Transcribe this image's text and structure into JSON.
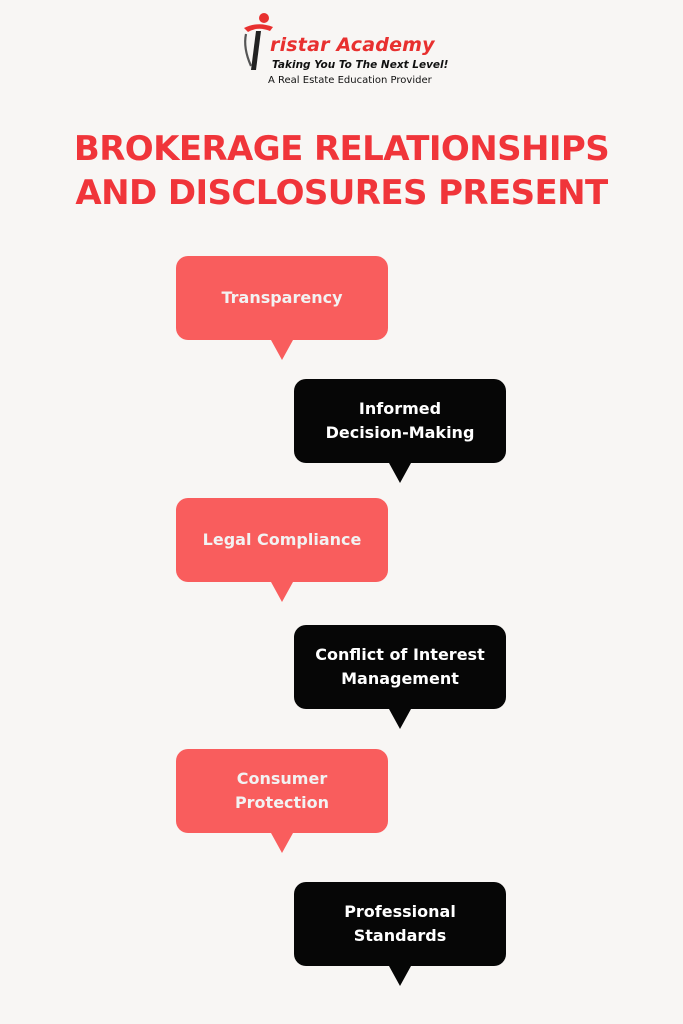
{
  "brand": {
    "name": "ristar Academy",
    "tagline": "Taking You To The Next Level!",
    "subtitle": "A Real Estate Education Provider",
    "accent_color": "#e8302f",
    "logo_icon": "tristar-logo-icon"
  },
  "title": {
    "line1": "BROKERAGE RELATIONSHIPS",
    "line2": "AND DISCLOSURES PRESENT",
    "color": "#f0353a"
  },
  "bubbles": [
    {
      "label": "Transparency",
      "color": "#f95d5d"
    },
    {
      "label": "Informed\nDecision-Making",
      "color": "#060606"
    },
    {
      "label": "Legal Compliance",
      "color": "#f95d5d"
    },
    {
      "label": "Conflict of Interest\nManagement",
      "color": "#060606"
    },
    {
      "label": "Consumer\nProtection",
      "color": "#f95d5d"
    },
    {
      "label": "Professional\nStandards",
      "color": "#060606"
    }
  ],
  "background_color": "#f8f6f4"
}
